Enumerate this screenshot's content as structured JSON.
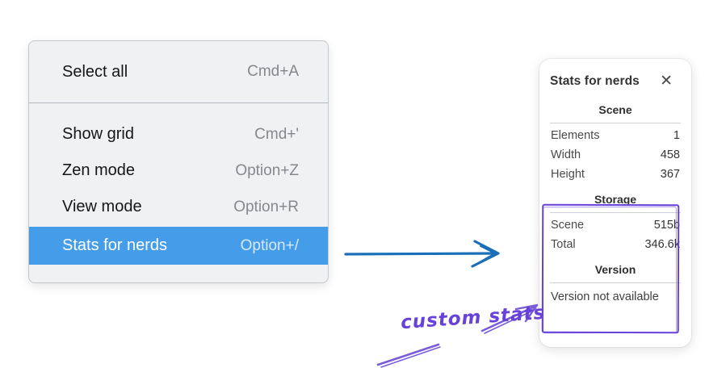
{
  "context_menu": {
    "groups": [
      {
        "items": [
          {
            "label": "Select all",
            "shortcut": "Cmd+A"
          }
        ]
      },
      {
        "items": [
          {
            "label": "Show grid",
            "shortcut": "Cmd+'"
          },
          {
            "label": "Zen mode",
            "shortcut": "Option+Z"
          },
          {
            "label": "View mode",
            "shortcut": "Option+R"
          },
          {
            "label": "Stats for nerds",
            "shortcut": "Option+/",
            "highlighted": true
          }
        ]
      }
    ]
  },
  "stats_panel": {
    "title": "Stats for nerds",
    "close_icon": "✕",
    "scene_section": {
      "header": "Scene",
      "rows": [
        {
          "label": "Elements",
          "value": "1"
        },
        {
          "label": "Width",
          "value": "458"
        },
        {
          "label": "Height",
          "value": "367"
        }
      ]
    },
    "storage_section": {
      "header": "Storage",
      "rows": [
        {
          "label": "Scene",
          "value": "515b"
        },
        {
          "label": "Total",
          "value": "346.6k"
        }
      ]
    },
    "version_section": {
      "header": "Version",
      "note": "Version not available"
    }
  },
  "annotations": {
    "custom_stats_label": "custom stats"
  },
  "colors": {
    "highlight_blue": "#459de9",
    "arrow_blue": "#1b6fb8",
    "annotation_violet": "#6741d9",
    "arrow_violet": "#7a5cd6"
  }
}
